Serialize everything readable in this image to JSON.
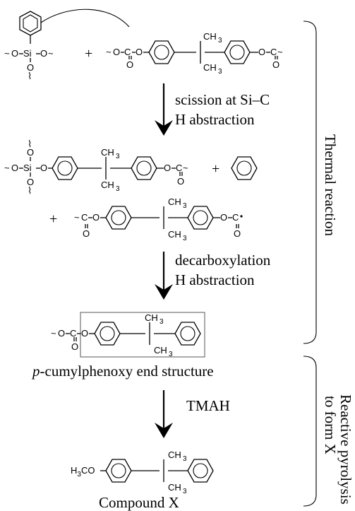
{
  "steps": {
    "step1_line1": "scission at Si–C",
    "step1_line2": "H abstraction",
    "step2_line1": "decarboxylation",
    "step2_line2": "H abstraction",
    "step3": "TMAH"
  },
  "captions": {
    "end_structure_italic": "p",
    "end_structure_rest": "-cumylphenoxy end structure",
    "compound": "Compound X"
  },
  "brackets": {
    "thermal": "Thermal reaction",
    "reactive_line1": "Reactive pyrolysis",
    "reactive_line2": "to form X"
  },
  "atoms": {
    "O": "O",
    "Si": "Si",
    "C": "C",
    "CH3": "CH",
    "sub3": "3",
    "plus": "+",
    "methoxy_prefix": "H",
    "methoxy_rest": "CO"
  }
}
